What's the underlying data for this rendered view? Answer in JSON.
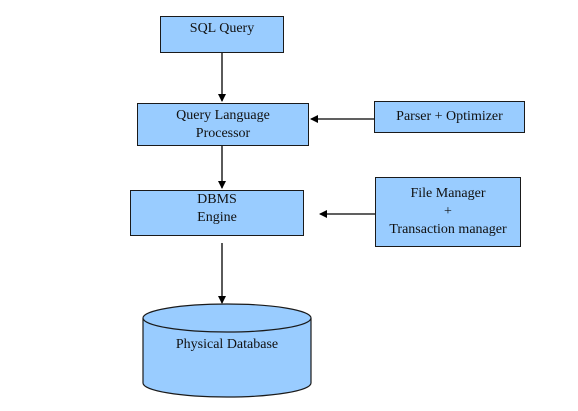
{
  "diagram": {
    "colors": {
      "box_fill": "#99ccff",
      "border": "#1a1a1a",
      "arrow": "#000000"
    },
    "nodes": {
      "sql_query": {
        "lines": [
          "SQL Query"
        ]
      },
      "query_language_processor": {
        "lines": [
          "Query Language",
          "Processor"
        ]
      },
      "parser_optimizer": {
        "lines": [
          "Parser + Optimizer"
        ]
      },
      "dbms_engine": {
        "lines": [
          "DBMS",
          "Engine"
        ]
      },
      "file_transaction_manager": {
        "lines": [
          "File Manager",
          "+",
          "Transaction manager"
        ]
      },
      "physical_database": {
        "label": "Physical Database",
        "shape": "cylinder"
      }
    },
    "edges": [
      {
        "from": "sql_query",
        "to": "query_language_processor"
      },
      {
        "from": "parser_optimizer",
        "to": "query_language_processor"
      },
      {
        "from": "query_language_processor",
        "to": "dbms_engine"
      },
      {
        "from": "file_transaction_manager",
        "to": "dbms_engine"
      },
      {
        "from": "dbms_engine",
        "to": "physical_database"
      }
    ]
  }
}
